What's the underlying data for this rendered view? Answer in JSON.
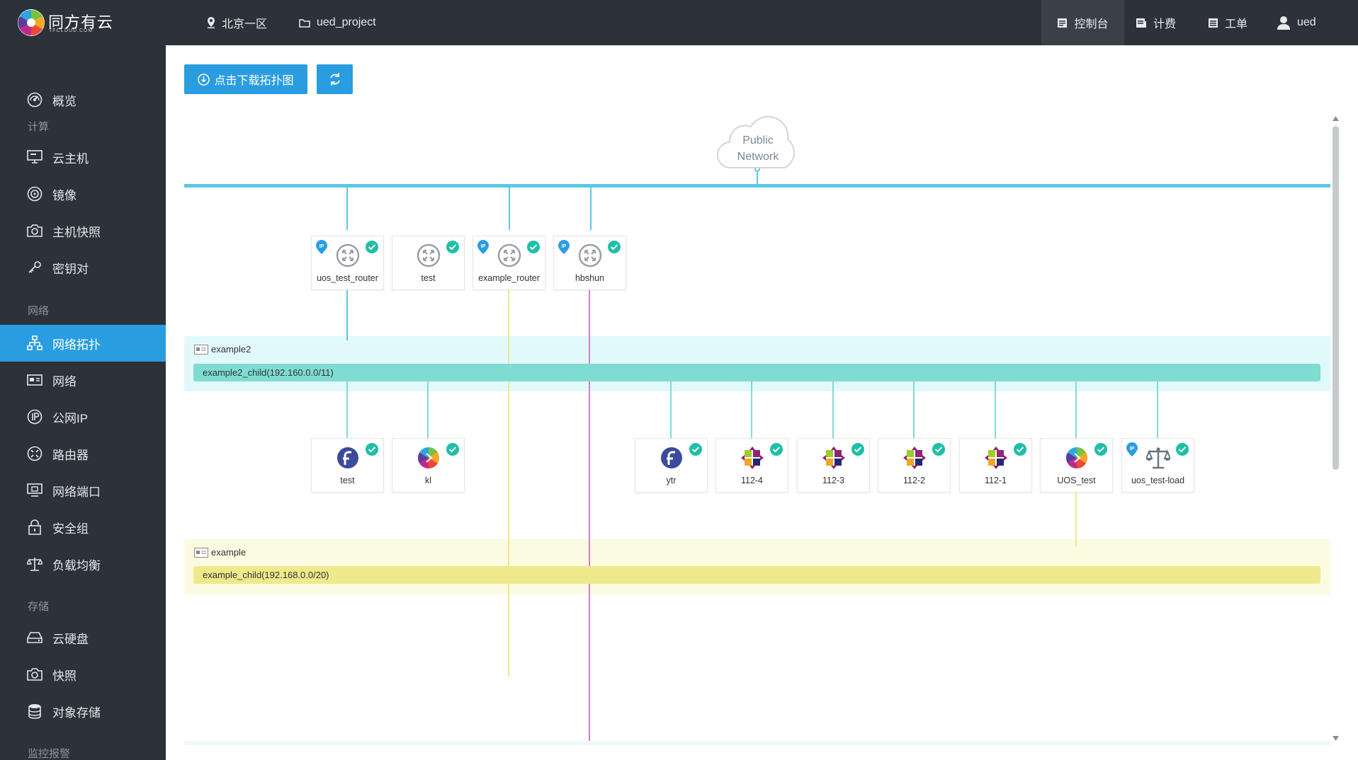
{
  "topbar": {
    "brand": "同方有云",
    "brand_sub": "TFCLOUD.COM",
    "region": "北京一区",
    "project": "ued_project",
    "console": "控制台",
    "billing": "计费",
    "ticket": "工单",
    "user": "ued"
  },
  "sidebar": {
    "overview": "概览",
    "section_compute": "计算",
    "vm": "云主机",
    "image": "镜像",
    "vm_snapshot": "主机快照",
    "keypair": "密钥对",
    "section_network": "网络",
    "topology": "网络拓扑",
    "network": "网络",
    "public_ip": "公网IP",
    "router": "路由器",
    "port": "网络端口",
    "security_group": "安全组",
    "load_balance": "负载均衡",
    "section_storage": "存储",
    "volume": "云硬盘",
    "snapshot": "快照",
    "object_storage": "对象存储",
    "section_monitor": "监控报警"
  },
  "toolbar": {
    "download_label": "点击下载拓扑图",
    "refresh_icon": "refresh-icon"
  },
  "topology": {
    "public_network": [
      "Public",
      "Network"
    ],
    "routers": [
      {
        "name": "uos_test_router",
        "ip": true,
        "status": "active"
      },
      {
        "name": "test",
        "ip": false,
        "status": "active"
      },
      {
        "name": "example_router",
        "ip": true,
        "status": "active"
      },
      {
        "name": "hbshun",
        "ip": true,
        "status": "active"
      }
    ],
    "networks": [
      {
        "name": "example2",
        "subnet": "example2_child(192.160.0.0/11)",
        "color": "#7fdcd2",
        "band": "#e2f9fb"
      },
      {
        "name": "example",
        "subnet": "example_child(192.168.0.0/20)",
        "color": "#eeea8c",
        "band": "#fbfbe2"
      }
    ],
    "instances": [
      {
        "name": "test",
        "icon": "fedora-icon"
      },
      {
        "name": "kl",
        "icon": "ubuntu-icon"
      },
      {
        "name": "ytr",
        "icon": "fedora-icon"
      },
      {
        "name": "112-4",
        "icon": "centos-icon"
      },
      {
        "name": "112-3",
        "icon": "centos-icon"
      },
      {
        "name": "112-2",
        "icon": "centos-icon"
      },
      {
        "name": "112-1",
        "icon": "centos-icon"
      },
      {
        "name": "UOS_test",
        "icon": "ubuntu-icon"
      },
      {
        "name": "uos_test-load",
        "icon": "balance-scale-icon",
        "ip": true
      }
    ],
    "colors": {
      "public_line": "#5bc8e3",
      "router_link_1": "#5bc8e3",
      "router_link_2": "#eeea8c",
      "router_link_3": "#d67ad0",
      "status_ok": "#1fbfa5",
      "ip_tag": "#2a9de0"
    }
  }
}
